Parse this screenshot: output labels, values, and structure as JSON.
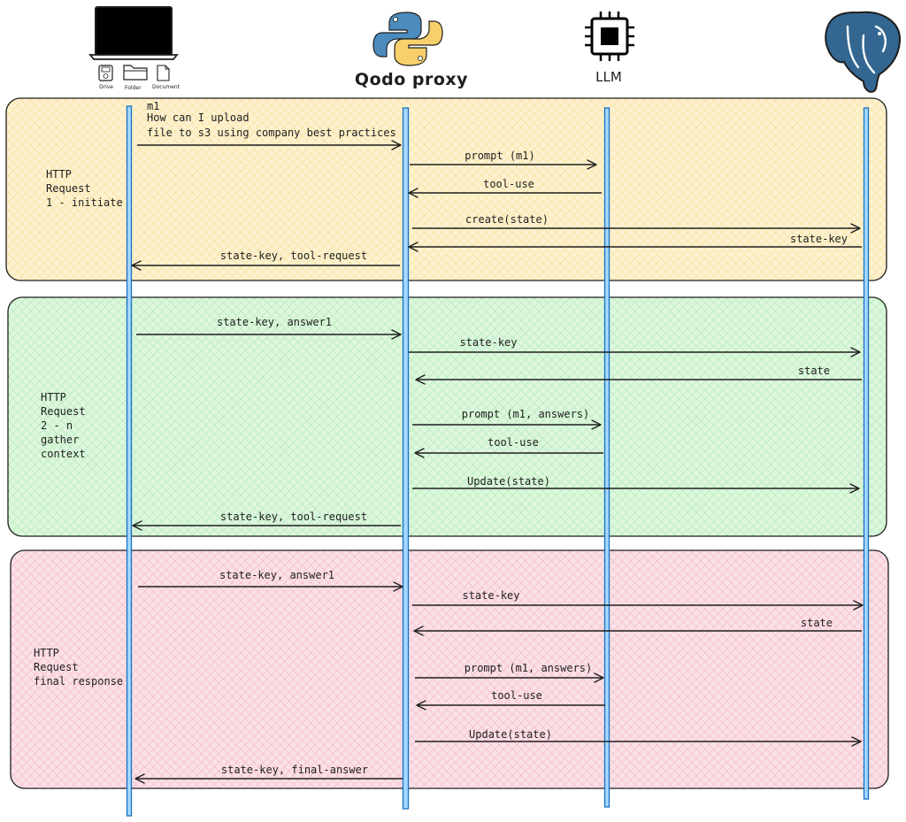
{
  "participants": {
    "client_icons": [
      "Drive",
      "Folder",
      "Document"
    ],
    "proxy": "Qodo proxy",
    "llm": "LLM"
  },
  "phases": [
    {
      "label_lines": [
        "HTTP",
        "Request",
        "1 - initiate"
      ],
      "fill": "#fdf1cf",
      "hatch": "#f6d77c",
      "messages": [
        {
          "text_lines": [
            "m1",
            "How can I upload",
            "file to s3 using company best practices"
          ]
        },
        {
          "text": "prompt (m1)"
        },
        {
          "text": "tool-use"
        },
        {
          "text": "create(state)"
        },
        {
          "text": "state-key"
        },
        {
          "text": "state-key, tool-request"
        }
      ]
    },
    {
      "label_lines": [
        "HTTP",
        "Request",
        "2 - n",
        "gather",
        "context"
      ],
      "fill": "#dcf7dc",
      "hatch": "#9ae2a2",
      "messages": [
        {
          "text": "state-key, answer1"
        },
        {
          "text": "state-key"
        },
        {
          "text": "state"
        },
        {
          "text": "prompt (m1, answers)"
        },
        {
          "text": "tool-use"
        },
        {
          "text": "Update(state)"
        },
        {
          "text": "state-key, tool-request"
        }
      ]
    },
    {
      "label_lines": [
        "HTTP",
        "Request",
        "final response"
      ],
      "fill": "#fbe0e6",
      "hatch": "#f2a3b5",
      "messages": [
        {
          "text": "state-key, answer1"
        },
        {
          "text": "state-key"
        },
        {
          "text": "state"
        },
        {
          "text": "prompt (m1, answers)"
        },
        {
          "text": "tool-use"
        },
        {
          "text": "Update(state)"
        },
        {
          "text": "state-key, final-answer"
        }
      ]
    }
  ],
  "colors": {
    "lifeline_fill": "#a5d8ff",
    "lifeline_stroke": "#1971c2",
    "stroke": "#1e1e1e",
    "postgres_blue": "#336791",
    "python_blue": "#4b8bbe",
    "python_yellow": "#f7d06b"
  }
}
